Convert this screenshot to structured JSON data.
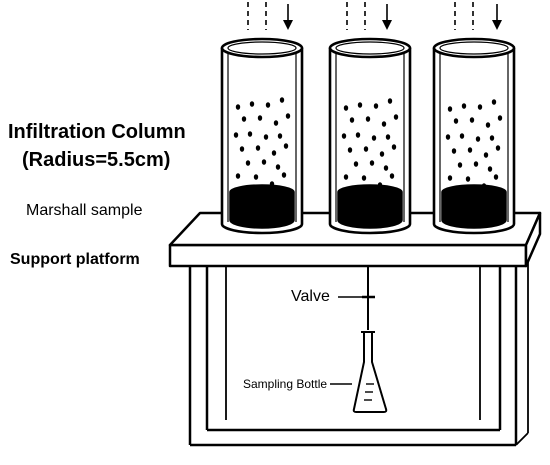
{
  "labels": {
    "column_title": "Infiltration Column",
    "column_radius": "(Radius=5.5cm)",
    "marshall": "Marshall sample",
    "platform": "Support platform",
    "valve": "Valve",
    "bottle": "Sampling Bottle"
  },
  "column_count": 3,
  "colors": {
    "ink": "#000000",
    "paper": "#ffffff"
  }
}
